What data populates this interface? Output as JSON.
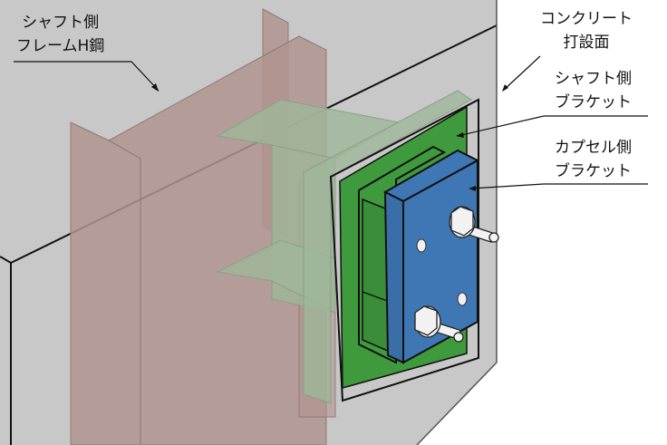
{
  "labels": {
    "shaft_frame": [
      "シャフト側",
      "フレームH鋼"
    ],
    "concrete": [
      "コンクリート",
      "打設面"
    ],
    "shaft_bracket": [
      "シャフト側",
      "ブラケット"
    ],
    "capsule_bracket": [
      "カプセル側",
      "ブラケット"
    ]
  },
  "colors": {
    "concrete": "#c8c8c8",
    "h_beam": "#b0948f",
    "shaft_bracket": "#3f9a3e",
    "capsule_bracket": "#3f77b5"
  }
}
